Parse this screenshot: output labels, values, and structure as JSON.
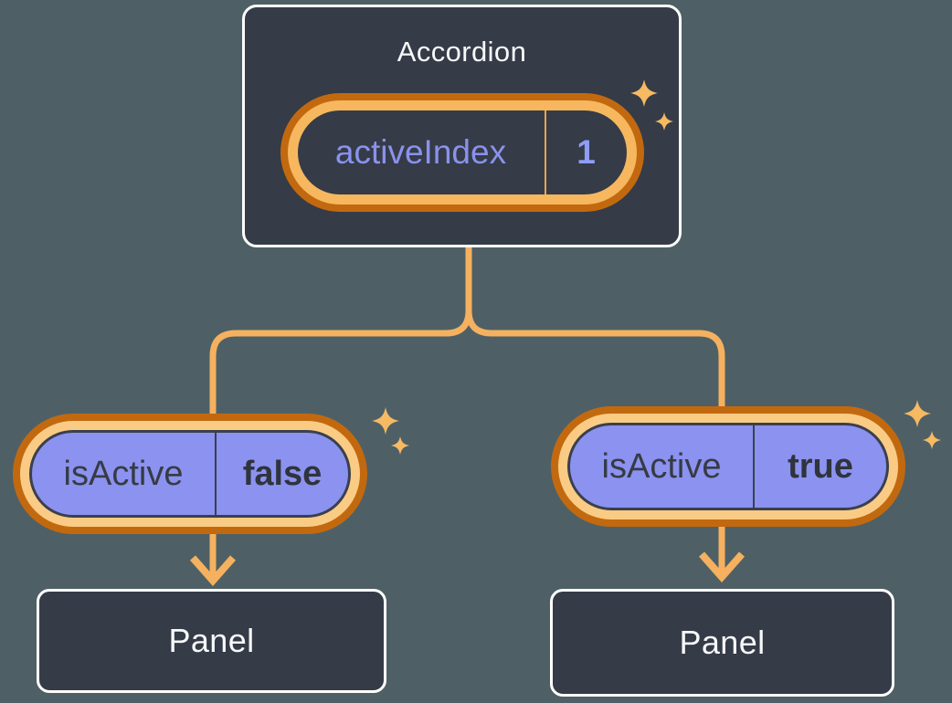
{
  "diagram": {
    "description": "React component tree showing state lifted up: Accordion holds activeIndex, passes isActive to two Panels",
    "accordion": {
      "title": "Accordion",
      "state": {
        "name": "activeIndex",
        "value": "1"
      }
    },
    "left_child": {
      "prop": {
        "name": "isActive",
        "value": "false"
      },
      "panel_label": "Panel"
    },
    "right_child": {
      "prop": {
        "name": "isActive",
        "value": "true"
      },
      "panel_label": "Panel"
    },
    "icons": {
      "sparkle_icon": "✦"
    },
    "colors": {
      "background": "#4E6066",
      "node_fill": "#353B47",
      "node_border": "#FFFFFF",
      "pill_ring_outer": "#C2690F",
      "pill_ring_inner_top": "#F6B75F",
      "pill_ring_inner_bottom": "#FACB85",
      "prop_pill_fill": "#8C92EF",
      "prop_divider": "#3A404C",
      "state_divider": "#E9A44D",
      "state_text": "#8A92EC",
      "state_value_text": "#8F9DF5",
      "prop_text": "#363B45",
      "dark_text": "#2F343D",
      "title_text": "#F7F8FA",
      "connector": "#F5B15F",
      "sparkle": "#F5BA62"
    }
  }
}
